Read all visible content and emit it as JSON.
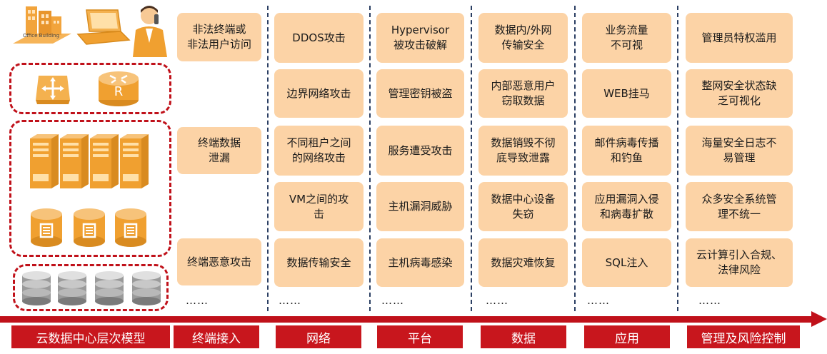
{
  "columns": [
    {
      "label": "终端接入",
      "cards": [
        "非法终端或\n非法用户访问",
        "",
        "终端数据\n泄漏",
        "",
        "终端恶意攻击"
      ]
    },
    {
      "label": "网络",
      "cards": [
        "DDOS攻击",
        "边界网络攻击",
        "不同租户之间\n的网络攻击",
        "VM之间的攻\n击",
        "数据传输安全"
      ]
    },
    {
      "label": "平台",
      "cards": [
        "Hypervisor\n被攻击破解",
        "管理密钥被盗",
        "服务遭受攻击",
        "主机漏洞威胁",
        "主机病毒感染"
      ]
    },
    {
      "label": "数据",
      "cards": [
        "数据内/外网\n传输安全",
        "内部恶意用户\n窃取数据",
        "数据销毁不彻\n底导致泄露",
        "数据中心设备\n失窃",
        "数据灾难恢复"
      ]
    },
    {
      "label": "应用",
      "cards": [
        "业务流量\n不可视",
        "WEB挂马",
        "邮件病毒传播\n和钓鱼",
        "应用漏洞入侵\n和病毒扩散",
        "SQL注入"
      ]
    },
    {
      "label": "管理及风险控制",
      "cards": [
        "管理员特权滥用",
        "整网安全状态缺\n乏可视化",
        "海量安全日志不\n易管理",
        "众多安全系统管\n理不统一",
        "云计算引入合规、\n法律风险"
      ]
    }
  ],
  "ellipsis": "……",
  "left_label": "云数据中心层次模型",
  "building_text": "Office Building",
  "router_letter": "R",
  "colors": {
    "accent": "#c0111a",
    "card": "#fcd3a6",
    "divider": "#2b3f63",
    "icon_orange": "#f0a030"
  }
}
